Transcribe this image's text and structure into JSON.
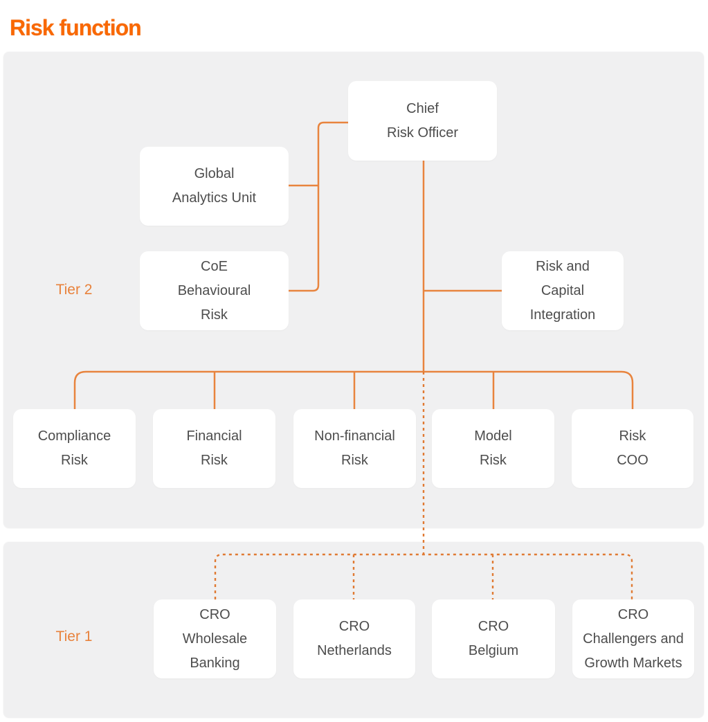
{
  "page": {
    "title": "Risk function"
  },
  "colors": {
    "title_orange": "#f96802",
    "tier_label": "#e8823c",
    "line_solid": "#e8843e",
    "line_dashed": "#e07a33",
    "panel_bg": "#f0f0f1",
    "box_bg": "#ffffff",
    "box_text": "#4d4d4d"
  },
  "tier2": {
    "label": "Tier 2",
    "nodes": {
      "chief_risk_officer": "Chief\nRisk Officer",
      "global_analytics_unit": "Global\nAnalytics Unit",
      "coe_behavioural_risk": "CoE\nBehavioural\nRisk",
      "risk_and_capital_integration": "Risk and\nCapital\nIntegration",
      "compliance_risk": "Compliance\nRisk",
      "financial_risk": "Financial\nRisk",
      "non_financial_risk": "Non-financial\nRisk",
      "model_risk": "Model\nRisk",
      "risk_coo": "Risk\nCOO"
    }
  },
  "tier1": {
    "label": "Tier 1",
    "nodes": {
      "cro_wholesale_banking": "CRO\nWholesale\nBanking",
      "cro_netherlands": "CRO\nNetherlands",
      "cro_belgium": "CRO\nBelgium",
      "cro_challengers_growth_markets": "CRO\nChallengers and\nGrowth Markets"
    }
  }
}
